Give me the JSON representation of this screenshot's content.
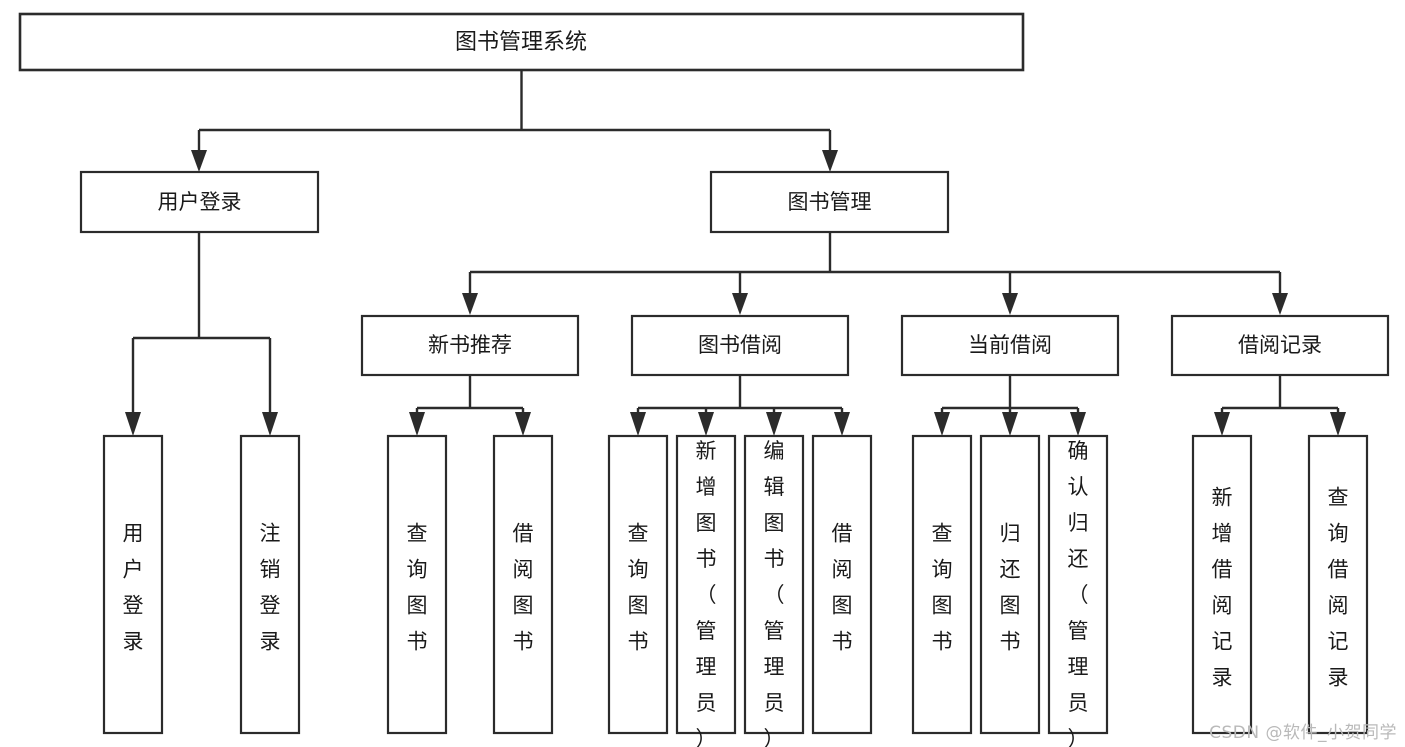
{
  "diagram": {
    "type": "tree",
    "title": "图书管理系统",
    "watermark": "CSDN @软件_小贺同学",
    "colors": {
      "stroke": "#2b2b2b",
      "fill": "#ffffff",
      "text": "#1a1a1a",
      "watermark": "#b9b9b9"
    },
    "nodes": {
      "root": {
        "label": "图书管理系统"
      },
      "level2": [
        {
          "label": "用户登录"
        },
        {
          "label": "图书管理"
        }
      ],
      "level3": [
        {
          "label": "新书推荐"
        },
        {
          "label": "图书借阅"
        },
        {
          "label": "当前借阅"
        },
        {
          "label": "借阅记录"
        }
      ],
      "leaves_user_login": [
        {
          "label": "用户登录"
        },
        {
          "label": "注销登录"
        }
      ],
      "leaves_new_book": [
        {
          "label": "查询图书"
        },
        {
          "label": "借阅图书"
        }
      ],
      "leaves_borrow": [
        {
          "label": "查询图书"
        },
        {
          "label": "新增图书（管理员）"
        },
        {
          "label": "编辑图书（管理员）"
        },
        {
          "label": "借阅图书"
        }
      ],
      "leaves_current": [
        {
          "label": "查询图书"
        },
        {
          "label": "归还图书"
        },
        {
          "label": "确认归还（管理员）"
        }
      ],
      "leaves_record": [
        {
          "label": "新增借阅记录"
        },
        {
          "label": "查询借阅记录"
        }
      ]
    }
  }
}
